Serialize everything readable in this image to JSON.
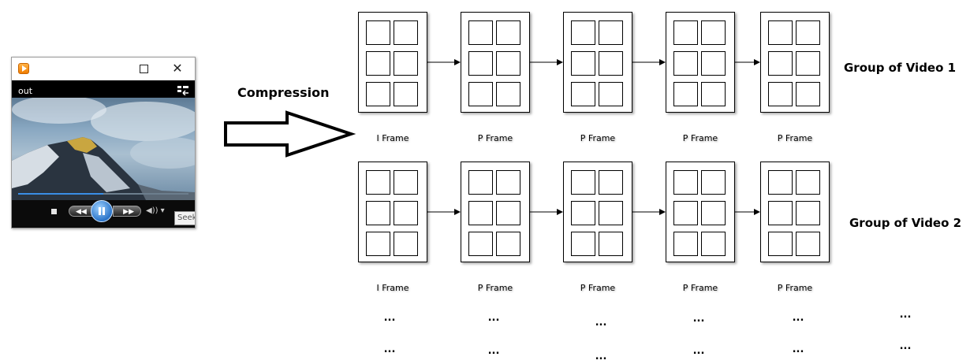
{
  "player": {
    "label": "out",
    "seek_tooltip": "Seek",
    "progress": 0.5,
    "icons": [
      "app-icon",
      "maximize-icon",
      "close-icon",
      "switch-view-icon",
      "stop-icon",
      "rewind-icon",
      "pause-icon",
      "fast-forward-icon",
      "volume-icon"
    ],
    "close_glyph": "✕",
    "rew_glyph": "◀◀",
    "fwd_glyph": "▶▶",
    "vol_glyph": "◀)) ▾"
  },
  "compression_label": "Compression",
  "rows": [
    {
      "group_label": "Group of Video 1",
      "frames": [
        "I Frame",
        "P Frame",
        "P Frame",
        "P Frame",
        "P Frame"
      ]
    },
    {
      "group_label": "Group of Video 2",
      "frames": [
        "I Frame",
        "P Frame",
        "P Frame",
        "P Frame",
        "P Frame"
      ]
    }
  ],
  "ellipsis": "...",
  "colors": {
    "stroke": "#000000",
    "player_accent": "#3a8ee6"
  }
}
